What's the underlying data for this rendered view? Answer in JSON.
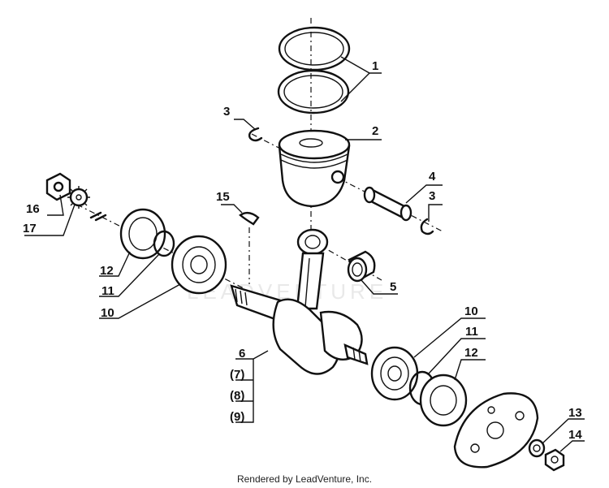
{
  "labels": {
    "l1": "1",
    "l2": "2",
    "l3a": "3",
    "l3b": "3",
    "l4": "4",
    "l5": "5",
    "l6": "6",
    "l7": "(7)",
    "l8": "(8)",
    "l9": "(9)",
    "l10a": "10",
    "l10b": "10",
    "l11a": "11",
    "l11b": "11",
    "l12a": "12",
    "l12b": "12",
    "l13": "13",
    "l14": "14",
    "l15": "15",
    "l16": "16",
    "l17": "17"
  },
  "watermark": "LEADVENTURE",
  "footer": "Rendered by LeadVenture, Inc."
}
